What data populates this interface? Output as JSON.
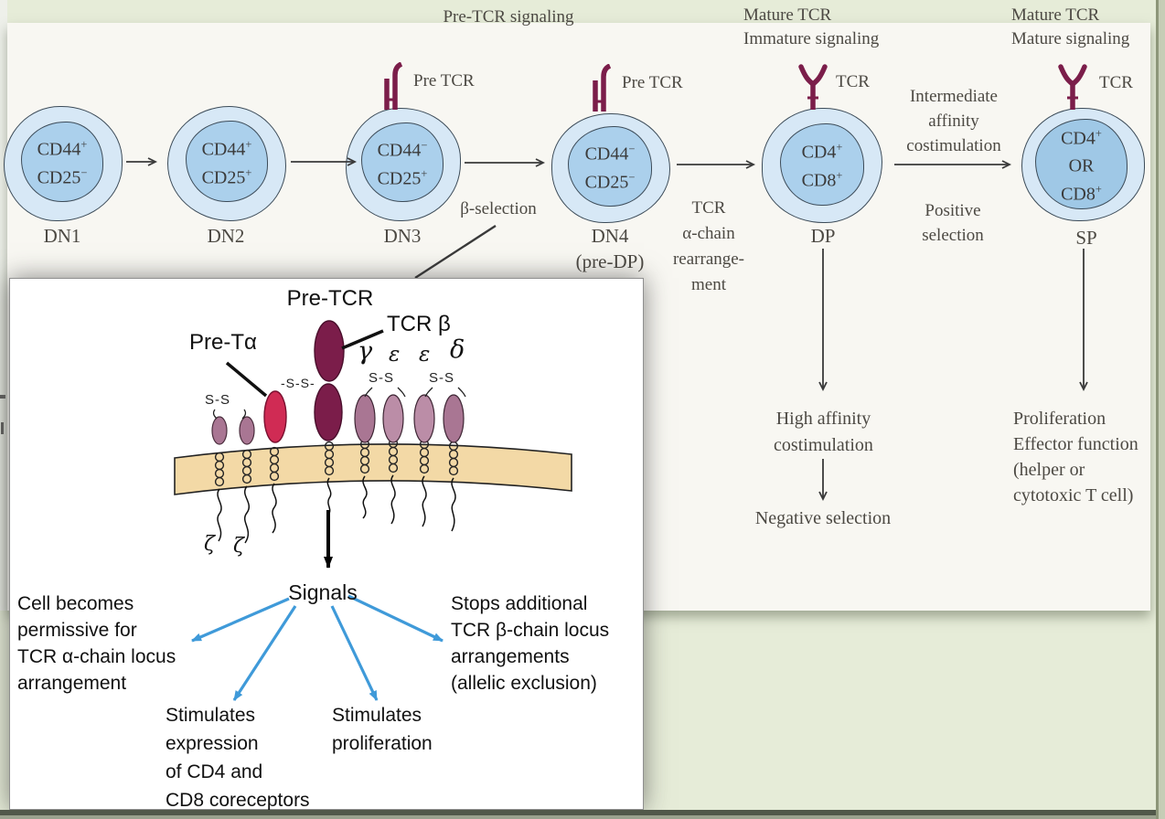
{
  "headers": {
    "pre_tcr_signaling": "Pre-TCR signaling",
    "mature_immature_1": "Mature TCR",
    "mature_immature_2": "Immature signaling",
    "mature_mature_1": "Mature TCR",
    "mature_mature_2": "Mature signaling"
  },
  "stages": [
    {
      "name": "DN1",
      "markers": [
        {
          "base": "CD44",
          "sign": "+"
        },
        {
          "base": "CD25",
          "sign": "−"
        }
      ]
    },
    {
      "name": "DN2",
      "markers": [
        {
          "base": "CD44",
          "sign": "+"
        },
        {
          "base": "CD25",
          "sign": "+"
        }
      ]
    },
    {
      "name": "DN3",
      "receptor_label": "Pre TCR",
      "markers": [
        {
          "base": "CD44",
          "sign": "−"
        },
        {
          "base": "CD25",
          "sign": "+"
        }
      ]
    },
    {
      "name": "DN4",
      "sublabel": "(pre-DP)",
      "receptor_label": "Pre TCR",
      "markers": [
        {
          "base": "CD44",
          "sign": "−"
        },
        {
          "base": "CD25",
          "sign": "−"
        }
      ]
    },
    {
      "name": "DP",
      "receptor_label": "TCR",
      "markers": [
        {
          "base": "CD4",
          "sign": "+"
        },
        {
          "base": "CD8",
          "sign": "+"
        }
      ]
    },
    {
      "name": "SP",
      "receptor_label": "TCR",
      "markers": [
        {
          "base": "CD4",
          "sign": "+"
        },
        {
          "base": "OR",
          "sign": ""
        },
        {
          "base": "CD8",
          "sign": "+"
        }
      ]
    }
  ],
  "transitions": {
    "beta_selection": "β-selection",
    "tcr_alpha_lines": [
      "TCR",
      "α-chain",
      "rearrange-",
      "ment"
    ],
    "intermediate_lines": [
      "Intermediate",
      "affinity",
      "costimulation"
    ],
    "positive_lines": [
      "Positive",
      "selection"
    ],
    "high_affinity_lines": [
      "High affinity",
      "costimulation"
    ],
    "negative_selection": "Negative selection",
    "sp_outcome_lines": [
      "Proliferation",
      "Effector function",
      "(helper or",
      "cytotoxic T cell)"
    ]
  },
  "inset": {
    "title": "Pre-TCR",
    "pre_ta_label": "Pre-Tα",
    "tcr_beta_label": "TCR β",
    "greek": [
      "γ",
      "ε",
      "ε",
      "δ"
    ],
    "ss": "S-S",
    "ss_mid": "-S-S-",
    "zeta": "ζ",
    "signals_label": "Signals",
    "outcomes": {
      "permissive_lines": [
        "Cell becomes",
        "permissive for",
        "TCR α-chain locus",
        "arrangement"
      ],
      "cd_expression_lines": [
        "Stimulates",
        "expression",
        "of CD4 and",
        "CD8 coreceptors"
      ],
      "proliferation_lines": [
        "Stimulates",
        "proliferation"
      ],
      "allelic_lines": [
        "Stops additional",
        "TCR β-chain locus",
        "arrangements",
        "(allelic exclusion)"
      ]
    }
  },
  "colors": {
    "page_bg": "#e6ecd8",
    "panel_bg": "#f8f7f2",
    "cell_outer": "#d7e8f6",
    "cell_inner": "#abd0ec",
    "maroon": "#7b1d4a",
    "red": "#d02b54",
    "mauve": "#a97693",
    "mauve_light": "#bb8da7",
    "membrane": "#f3d9a6",
    "blue_arrow": "#3f9ad9"
  }
}
